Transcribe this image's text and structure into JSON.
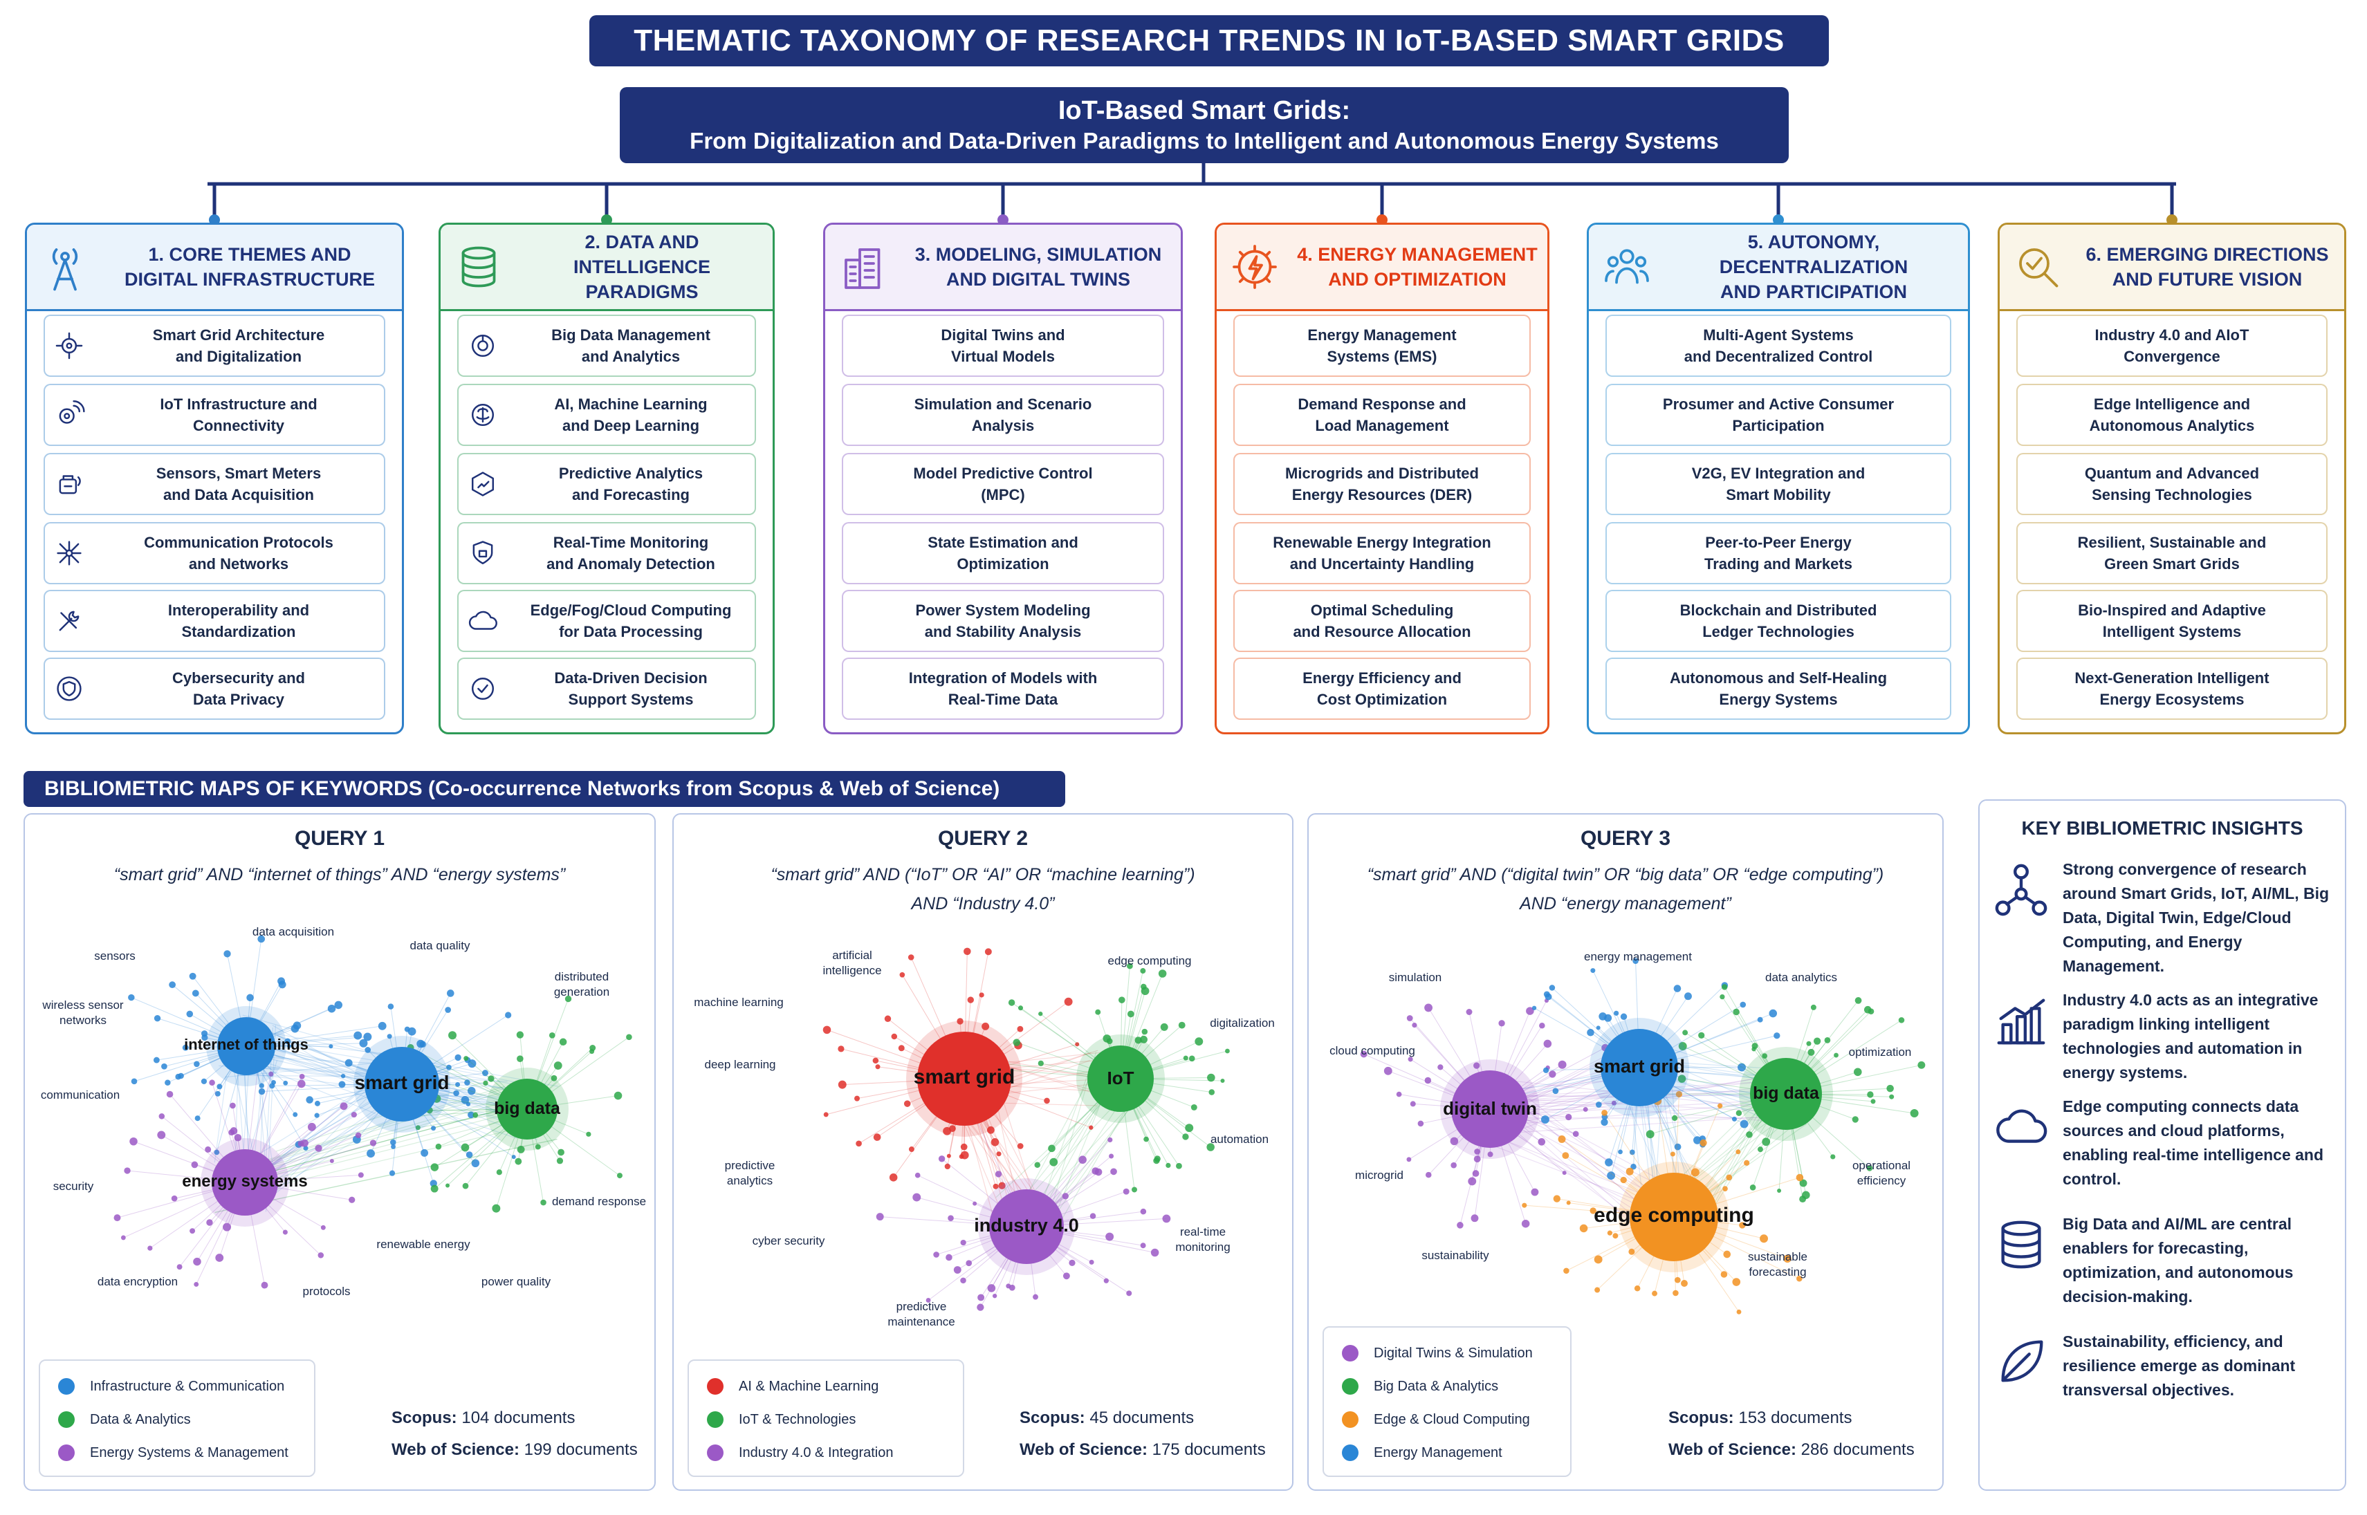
{
  "title": "THEMATIC TAXONOMY OF RESEARCH TRENDS IN IoT-BASED SMART GRIDS",
  "main": {
    "line1": "IoT-Based Smart Grids:",
    "line2": "From Digitalization and Data-Driven Paradigms to Intelligent and Autonomous Energy Systems"
  },
  "columns": [
    {
      "title": "1. CORE THEMES AND\nDIGITAL INFRASTRUCTURE",
      "color": "#2f7fc9",
      "bg": "#eaf3fc",
      "icon": "antenna-icon",
      "items": [
        {
          "label": "Smart Grid Architecture\nand Digitalization",
          "icon": "architecture-icon"
        },
        {
          "label": "IoT Infrastructure and\nConnectivity",
          "icon": "connectivity-icon"
        },
        {
          "label": "Sensors, Smart Meters\nand Data Acquisition",
          "icon": "sensor-icon"
        },
        {
          "label": "Communication Protocols\nand Networks",
          "icon": "network-icon"
        },
        {
          "label": "Interoperability and\nStandardization",
          "icon": "tools-icon"
        },
        {
          "label": "Cybersecurity and\nData Privacy",
          "icon": "shield-icon"
        }
      ]
    },
    {
      "title": "2. DATA AND INTELLIGENCE\nPARADIGMS",
      "color": "#2e9a57",
      "bg": "#eaf6ee",
      "icon": "database-icon",
      "items": [
        {
          "label": "Big Data Management\nand Analytics",
          "icon": "analytics-icon"
        },
        {
          "label": "AI, Machine Learning\nand Deep Learning",
          "icon": "brain-icon"
        },
        {
          "label": "Predictive Analytics\nand Forecasting",
          "icon": "forecast-icon"
        },
        {
          "label": "Real-Time Monitoring\nand Anomaly Detection",
          "icon": "monitor-icon"
        },
        {
          "label": "Edge/Fog/Cloud Computing\nfor Data Processing",
          "icon": "cloud-icon"
        },
        {
          "label": "Data-Driven Decision\nSupport Systems",
          "icon": "decision-icon"
        }
      ]
    },
    {
      "title": "3. MODELING, SIMULATION\nAND DIGITAL TWINS",
      "color": "#8a5cc4",
      "bg": "#f3eefa",
      "icon": "building-icon",
      "items": [
        {
          "label": "Digital Twins and\nVirtual Models"
        },
        {
          "label": "Simulation and Scenario\nAnalysis"
        },
        {
          "label": "Model Predictive Control\n(MPC)"
        },
        {
          "label": "State Estimation and\nOptimization"
        },
        {
          "label": "Power System Modeling\nand Stability Analysis"
        },
        {
          "label": "Integration of Models with\nReal-Time Data"
        }
      ]
    },
    {
      "title": "4. ENERGY MANAGEMENT\nAND OPTIMIZATION",
      "color": "#e8541f",
      "bg": "#fdf1ea",
      "titleColor": "#e23b14",
      "icon": "energy-gear-icon",
      "items": [
        {
          "label": "Energy Management\nSystems (EMS)"
        },
        {
          "label": "Demand Response and\nLoad Management"
        },
        {
          "label": "Microgrids and Distributed\nEnergy Resources (DER)"
        },
        {
          "label": "Renewable Energy Integration\nand Uncertainty Handling"
        },
        {
          "label": "Optimal Scheduling\nand Resource Allocation"
        },
        {
          "label": "Energy Efficiency and\nCost Optimization"
        }
      ]
    },
    {
      "title": "5. AUTONOMY, DECENTRALIZATION\nAND PARTICIPATION",
      "color": "#2f8fd0",
      "bg": "#eaf4fb",
      "icon": "people-icon",
      "items": [
        {
          "label": "Multi-Agent Systems\nand Decentralized Control"
        },
        {
          "label": "Prosumer and Active Consumer\nParticipation"
        },
        {
          "label": "V2G, EV Integration and\nSmart Mobility"
        },
        {
          "label": "Peer-to-Peer Energy\nTrading and Markets"
        },
        {
          "label": "Blockchain and Distributed\nLedger Technologies"
        },
        {
          "label": "Autonomous and Self-Healing\nEnergy Systems"
        }
      ]
    },
    {
      "title": "6. EMERGING DIRECTIONS\nAND FUTURE VISION",
      "color": "#b8902c",
      "bg": "#faf5e8",
      "icon": "vision-icon",
      "items": [
        {
          "label": "Industry 4.0 and AIoT\nConvergence"
        },
        {
          "label": "Edge Intelligence and\nAutonomous Analytics"
        },
        {
          "label": "Quantum and Advanced\nSensing Technologies"
        },
        {
          "label": "Resilient, Sustainable and\nGreen Smart Grids"
        },
        {
          "label": "Bio-Inspired and Adaptive\nIntelligent Systems"
        },
        {
          "label": "Next-Generation Intelligent\nEnergy Ecosystems"
        }
      ]
    }
  ],
  "biblio_title": "BIBLIOMETRIC MAPS OF KEYWORDS (Co-occurrence Networks from Scopus & Web of Science)",
  "queries": [
    {
      "title": "QUERY 1",
      "query_line1": "“smart grid” AND “internet of things” AND “energy systems”",
      "query_line2": "",
      "clusters": [
        {
          "label": "internet of things",
          "color": "#2a86d6"
        },
        {
          "label": "smart grid",
          "color": "#2a86d6"
        },
        {
          "label": "big data",
          "color": "#2ea84a"
        },
        {
          "label": "energy systems",
          "color": "#9b59c6"
        }
      ],
      "keywords": [
        "data acquisition",
        "data quality",
        "sensors",
        "distributed\ngeneration",
        "wireless sensor\nnetworks",
        "communication",
        "security",
        "demand response",
        "renewable energy",
        "data encryption",
        "protocols",
        "power quality"
      ],
      "legend": [
        {
          "label": "Infrastructure & Communication",
          "color": "#2a86d6"
        },
        {
          "label": "Data & Analytics",
          "color": "#2ea84a"
        },
        {
          "label": "Energy Systems & Management",
          "color": "#9b59c6"
        }
      ],
      "scopus_label": "Scopus:",
      "scopus_value": "104 documents",
      "wos_label": "Web of Science:",
      "wos_value": "199 documents"
    },
    {
      "title": "QUERY 2",
      "query_line1": "“smart grid” AND (“IoT” OR “AI” OR “machine learning”)",
      "query_line2": "AND “Industry 4.0”",
      "clusters": [
        {
          "label": "smart grid",
          "color": "#e0302b"
        },
        {
          "label": "IoT",
          "color": "#2ea84a"
        },
        {
          "label": "industry 4.0",
          "color": "#9b59c6"
        }
      ],
      "keywords": [
        "artificial\nintelligence",
        "edge computing",
        "machine learning",
        "digitalization",
        "deep learning",
        "automation",
        "predictive\nanalytics",
        "real-time\nmonitoring",
        "cyber security",
        "predictive\nmaintenance"
      ],
      "legend": [
        {
          "label": "AI & Machine Learning",
          "color": "#e0302b"
        },
        {
          "label": "IoT & Technologies",
          "color": "#2ea84a"
        },
        {
          "label": "Industry 4.0 & Integration",
          "color": "#9b59c6"
        }
      ],
      "scopus_label": "Scopus:",
      "scopus_value": "45 documents",
      "wos_label": "Web of Science:",
      "wos_value": "175 documents"
    },
    {
      "title": "QUERY 3",
      "query_line1": "“smart grid” AND (“digital twin” OR “big data” OR “edge computing”)",
      "query_line2": "AND “energy management”",
      "clusters": [
        {
          "label": "digital twin",
          "color": "#9b59c6"
        },
        {
          "label": "smart grid",
          "color": "#2a86d6"
        },
        {
          "label": "big data",
          "color": "#2ea84a"
        },
        {
          "label": "edge computing",
          "color": "#f29222"
        }
      ],
      "keywords": [
        "energy management",
        "simulation",
        "data analytics",
        "cloud computing",
        "optimization",
        "microgrid",
        "operational\nefficiency",
        "sustainability",
        "sustainable\nforecasting"
      ],
      "legend": [
        {
          "label": "Digital Twins & Simulation",
          "color": "#9b59c6"
        },
        {
          "label": "Big Data & Analytics",
          "color": "#2ea84a"
        },
        {
          "label": "Edge & Cloud Computing",
          "color": "#f29222"
        },
        {
          "label": "Energy Management",
          "color": "#2a86d6"
        }
      ],
      "scopus_label": "Scopus:",
      "scopus_value": "153 documents",
      "wos_label": "Web of Science:",
      "wos_value": "286 documents"
    }
  ],
  "insights": {
    "title": "KEY BIBLIOMETRIC INSIGHTS",
    "items": [
      {
        "icon": "network-nodes-icon",
        "text": "Strong convergence of research around Smart Grids, IoT, AI/ML, Big Data, Digital Twin, Edge/Cloud Computing, and Energy Management."
      },
      {
        "icon": "bar-chart-icon",
        "text": "Industry 4.0 acts as an integrative paradigm linking intelligent technologies and automation in energy systems."
      },
      {
        "icon": "cloud-icon",
        "text": "Edge computing connects data sources and cloud platforms, enabling real-time intelligence and control."
      },
      {
        "icon": "database-icon",
        "text": "Big Data and AI/ML are central enablers for forecasting, optimization, and autonomous decision-making."
      },
      {
        "icon": "leaf-icon",
        "text": "Sustainability, efficiency, and resilience emerge as dominant transversal objectives."
      }
    ]
  }
}
